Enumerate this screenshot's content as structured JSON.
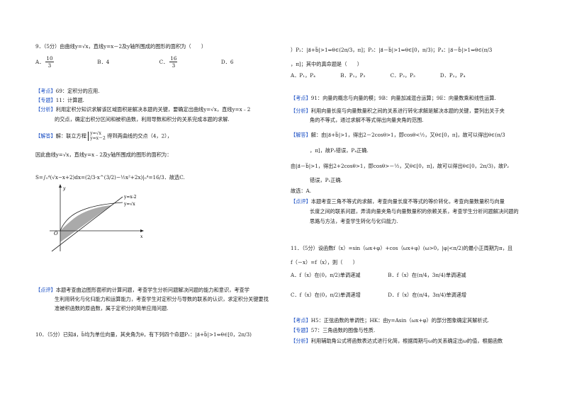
{
  "q9": {
    "stem": "9．（5分）由曲线y=√x，直线y=x－2及y轴所围成的图形的面积为（　　）",
    "optA_label": "A．",
    "optA_num": "10",
    "optA_den": "3",
    "optB": "B．4",
    "optC_label": "C．",
    "optC_num": "16",
    "optC_den": "3",
    "optD": "D．6",
    "kaodian_tag": "【考点】",
    "kaodian": "69：定积分的应用.",
    "zhuanti_tag": "【专题】",
    "zhuanti": "11：计算题.",
    "fenxi_tag": "【分析】",
    "fenxi1": "利用定积分知识求解该区域面积是解决本题的关键，要确定出曲线y=√x，直线y=x﹣2",
    "fenxi2": "的交点，确定出积分区间和被积函数，利用导数和积分的关系完成本题的求解.",
    "jieda_tag": "【解答】",
    "jieda1": "解：联立方程",
    "sys1": "y=√x",
    "sys2": "y=x－2",
    "jieda2": "得到两曲线的交点（4，2），",
    "jieda3": "因此曲线y=√x，直线y=x﹣2及y轴所围成的图形的面积为：",
    "integral": "S=∫₀⁴(√x−x+2)dx=(2/3·x^(3/2)−½x²+2x)|₀⁴=16/3．故选C.",
    "graph_l1": "y=x-2",
    "graph_l2": "y=√x",
    "graph_o": "O",
    "graph_x": "x",
    "graph_y": "y",
    "dianping_tag": "【点评】",
    "dp1": "本题考查曲边图形面积的计算问题，考查学生分析问题解决问题的能力和意识，考查学",
    "dp2": "生利用转化与化归能力和运算能力，考查学生对定积分与导数的联系的认识，求定积分关键要找",
    "dp3": "准被积函数的原函数，属于定积分的简单应用问题."
  },
  "q10": {
    "stem": "10．（5分）已知a⃗，b⃗均为单位向量，其夹角为θ，有下列四个命题P₁：|a⃗+b⃗|>1⇔θ∈[0，2π/3)",
    "props": "）P₂：|a⃗+b⃗|>1⇔θ∈(2π/3，π]；P₃：|a⃗－b⃗|>1⇔θ∈[0，π/3)；P₄：|a⃗－b⃗|>1⇔θ∈(π/3",
    "props2": "，π]；其中的真命题是（　　）",
    "optA": "A．P₁，P₄",
    "optB": "B．P₁，P₃",
    "optC": "C．P₂，P₃",
    "optD": "D．P₂，P₄",
    "kaodian_tag": "【考点】",
    "kaodian": "91：向量的概念与向量的模；9B：向量加减混合运算；9E：向量数乘和线性运算.",
    "fenxi_tag": "【分析】",
    "fenxi1": "利用向量长度与向量数量积之间的关系进行转化求解是解决本题的关键，要列出关于夹",
    "fenxi2": "角的不等式，通过求解不等式得出向量夹角的范围.",
    "jieda_tag": "【解答】",
    "jd1": "解：由|a⃗+b⃗|>1，得出2－2cosθ>1，即cosθ<½，又θ∈[0，π]，故可以得出θ∈(π/3",
    "jd2": "，π]，故P₃错误，P₄正确.",
    "jd3": "由|a⃗－b⃗|>1，得出2+2cosθ>1，即cosθ>－½，又θ∈[0，π]，故可以得出θ∈[0，2π/3)，故P₂",
    "jd4": "错误，P₁正确.",
    "jd5": "故选：A.",
    "dianping_tag": "【点评】",
    "dp1": "本题考查三角不等式的求解，考查向量长度不等式的等价转化，考查向量数量积与向量",
    "dp2": "长度之间的联系问题，弄清向量夹角与向量数量积的依赖关系，考查学生分析问题解决问题的",
    "dp3": "思路与方法，考查学生转化与化归能力."
  },
  "q11": {
    "stem": "11．（5分）设函数f（x）=sin（ωx+φ）+cos（ωx+φ）(ω>0，|φ|<π/2)的最小正周期为π，且",
    "stem2": "f（－x）=f（x），则（　　）",
    "optA": "A．f（x）在(0，π/2)单调递减",
    "optB": "B．f（x）在(π/4，3π/4)单调递减",
    "optC": "C．f（x）在(0，π/2)单调递增",
    "optD": "D．f（x）在(π/4，3π/4)单调递增",
    "kaodian_tag": "【考点】",
    "kaodian": "H5：正弦函数的单调性；HK：由y=Asin（ωx+φ）的部分图象确定其解析式.",
    "zhuanti_tag": "【专题】",
    "zhuanti": "57：三角函数的图像与性质.",
    "fenxi_tag": "【分析】",
    "fenxi1": "利用辅助角公式将函数表达式进行化简，根据周期与ω的关系确定出ω的值，根据函数"
  }
}
